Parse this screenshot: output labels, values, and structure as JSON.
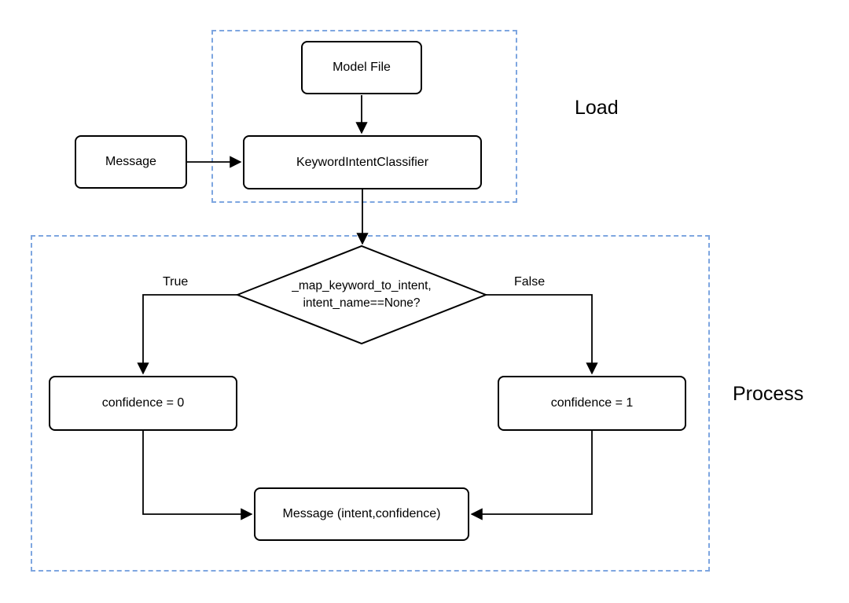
{
  "diagram": {
    "regions": {
      "load": {
        "label": "Load"
      },
      "process": {
        "label": "Process"
      }
    },
    "nodes": {
      "model_file": {
        "label": "Model File"
      },
      "message_input": {
        "label": "Message"
      },
      "classifier": {
        "label": "KeywordIntentClassifier"
      },
      "decision": {
        "label": "_map_keyword_to_intent,\nintent_name==None?"
      },
      "confidence_zero": {
        "label": "confidence = 0"
      },
      "confidence_one": {
        "label": "confidence = 1"
      },
      "message_output": {
        "label": "Message (intent,confidence)"
      }
    },
    "edge_labels": {
      "true_branch": "True",
      "false_branch": "False"
    },
    "colors": {
      "region_border": "#7ea6e0",
      "node_border": "#000000",
      "edge": "#000000",
      "background": "#ffffff"
    }
  }
}
